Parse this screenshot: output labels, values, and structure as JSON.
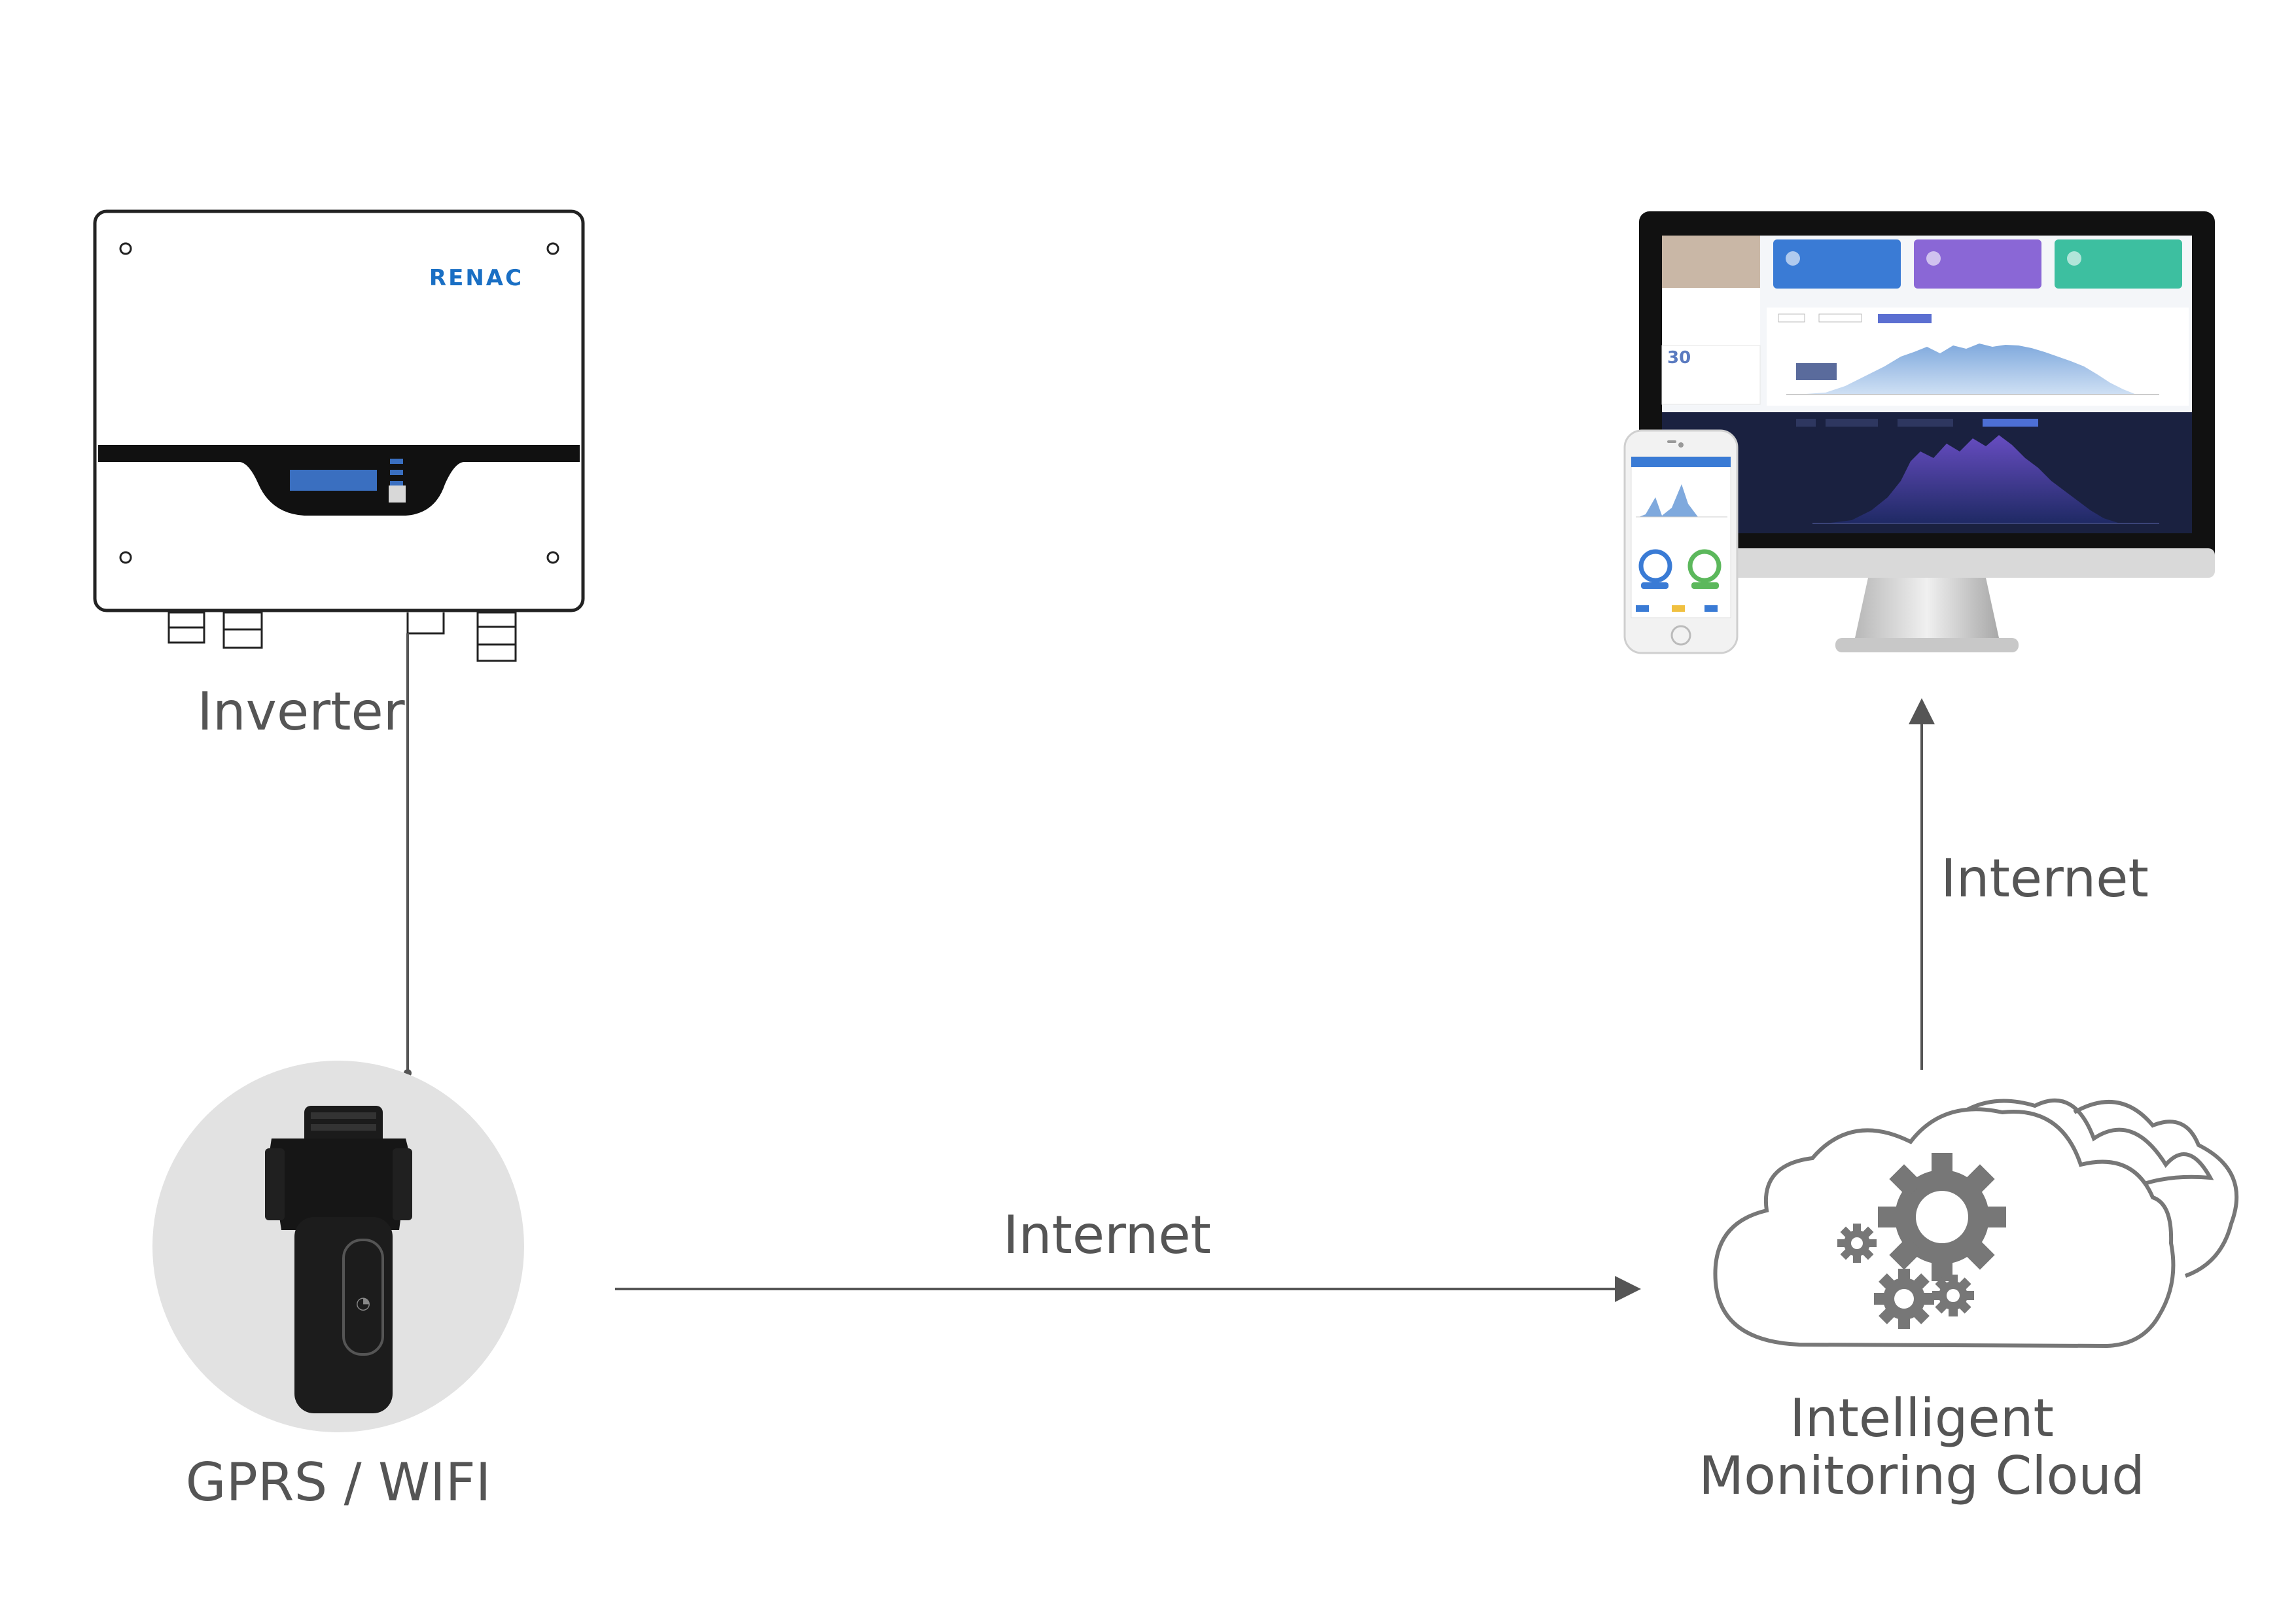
{
  "labels": {
    "inverter": "Inverter",
    "logger": "GPRS / WIFI",
    "internet_horizontal": "Internet",
    "internet_vertical": "Internet",
    "cloud_line1": "Intelligent",
    "cloud_line2": "Monitoring Cloud"
  },
  "inverter": {
    "brand": "RENAC"
  },
  "colors": {
    "text": "#555555",
    "line": "#555555",
    "brand_blue": "#1a6fc4",
    "cloud_gear": "#7a7a7a"
  },
  "icons": {
    "inverter": "inverter-device-icon",
    "logger": "wifi-gprs-stick-icon",
    "cloud": "cloud-gears-icon",
    "monitor": "desktop-monitor-icon",
    "phone": "smartphone-icon"
  }
}
